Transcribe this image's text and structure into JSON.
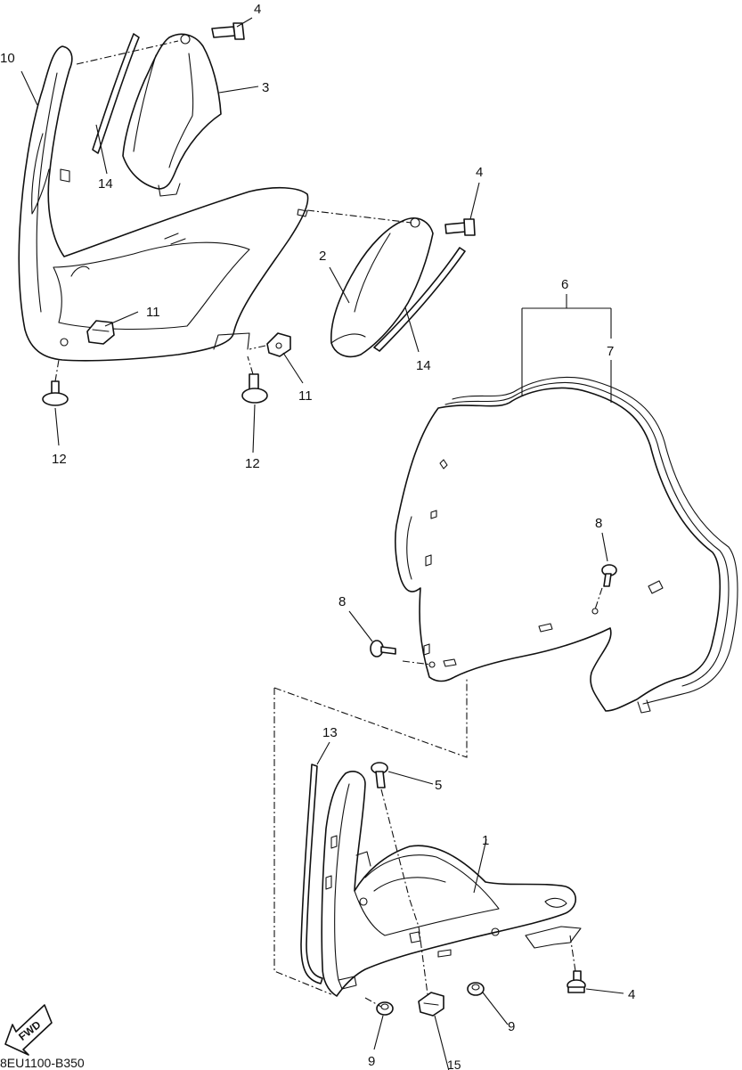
{
  "diagram": {
    "drawing_code": "8EU1100-B350",
    "fwd_label": "FWD",
    "callouts": [
      {
        "id": "c1",
        "number": "1"
      },
      {
        "id": "c2",
        "number": "2"
      },
      {
        "id": "c3",
        "number": "3"
      },
      {
        "id": "c4a",
        "number": "4"
      },
      {
        "id": "c4b",
        "number": "4"
      },
      {
        "id": "c4c",
        "number": "4"
      },
      {
        "id": "c5",
        "number": "5"
      },
      {
        "id": "c6",
        "number": "6"
      },
      {
        "id": "c7",
        "number": "7"
      },
      {
        "id": "c8a",
        "number": "8"
      },
      {
        "id": "c8b",
        "number": "8"
      },
      {
        "id": "c9a",
        "number": "9"
      },
      {
        "id": "c9b",
        "number": "9"
      },
      {
        "id": "c10",
        "number": "10"
      },
      {
        "id": "c11a",
        "number": "11"
      },
      {
        "id": "c11b",
        "number": "11"
      },
      {
        "id": "c12a",
        "number": "12"
      },
      {
        "id": "c12b",
        "number": "12"
      },
      {
        "id": "c13",
        "number": "13"
      },
      {
        "id": "c14a",
        "number": "14"
      },
      {
        "id": "c14b",
        "number": "14"
      },
      {
        "id": "c15",
        "number": "15"
      }
    ]
  }
}
